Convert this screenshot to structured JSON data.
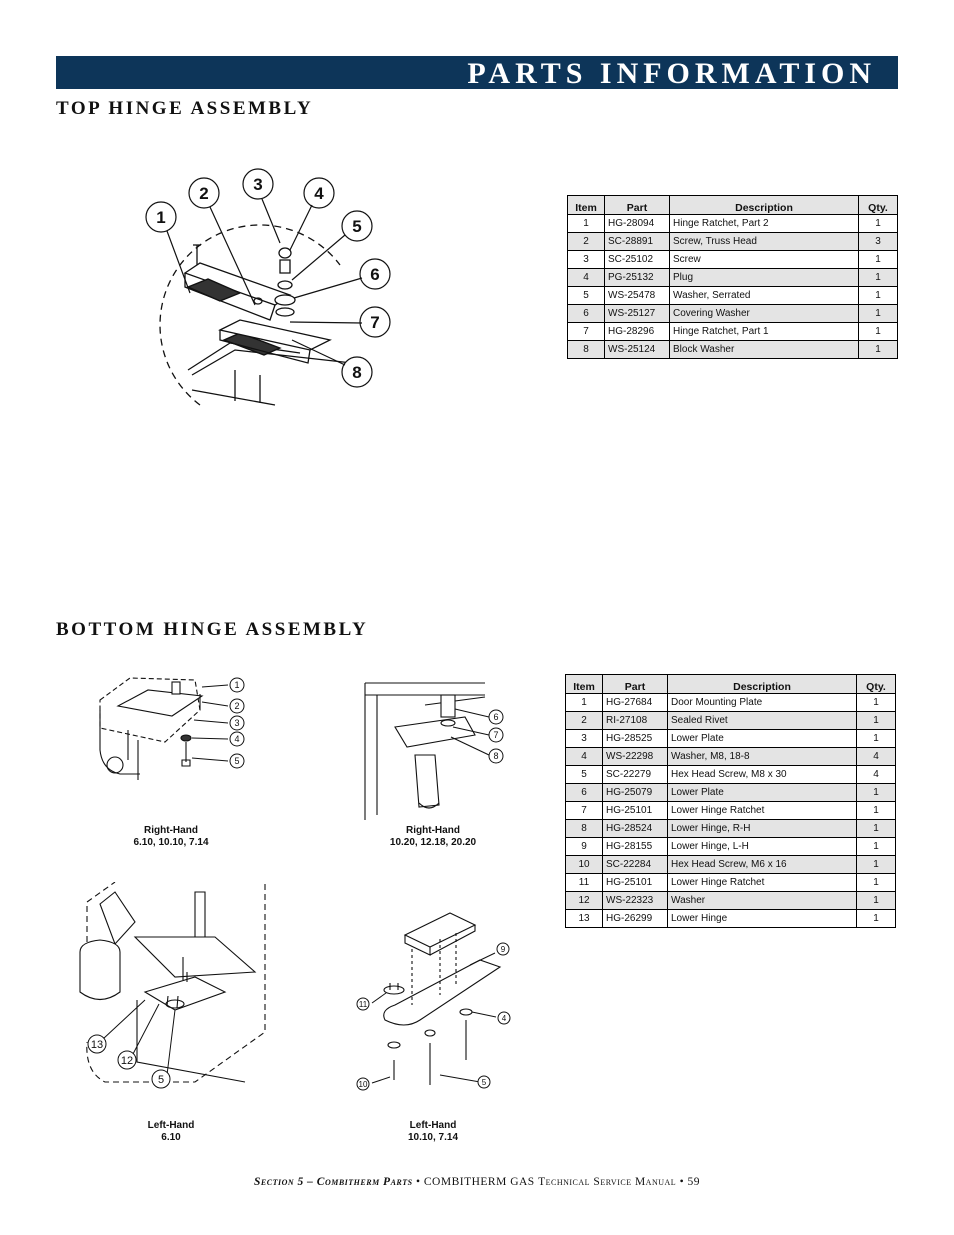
{
  "header": {
    "title": "PARTS INFORMATION"
  },
  "top_section": {
    "heading": "TOP HINGE ASSEMBLY"
  },
  "bottom_section": {
    "heading": "BOTTOM HINGE ASSEMBLY"
  },
  "table_headers": {
    "item": "Item",
    "part": "Part",
    "description": "Description",
    "qty": "Qty."
  },
  "top_parts": [
    {
      "item": "1",
      "part": "HG-28094",
      "description": "Hinge Ratchet, Part 2",
      "qty": "1"
    },
    {
      "item": "2",
      "part": "SC-28891",
      "description": "Screw, Truss Head",
      "qty": "3"
    },
    {
      "item": "3",
      "part": "SC-25102",
      "description": "Screw",
      "qty": "1"
    },
    {
      "item": "4",
      "part": "PG-25132",
      "description": "Plug",
      "qty": "1"
    },
    {
      "item": "5",
      "part": "WS-25478",
      "description": "Washer, Serrated",
      "qty": "1"
    },
    {
      "item": "6",
      "part": "WS-25127",
      "description": "Covering Washer",
      "qty": "1"
    },
    {
      "item": "7",
      "part": "HG-28296",
      "description": "Hinge Ratchet, Part 1",
      "qty": "1"
    },
    {
      "item": "8",
      "part": "WS-25124",
      "description": "Block Washer",
      "qty": "1"
    }
  ],
  "bottom_parts": [
    {
      "item": "1",
      "part": "HG-27684",
      "description": "Door Mounting Plate",
      "qty": "1"
    },
    {
      "item": "2",
      "part": "RI-27108",
      "description": "Sealed Rivet",
      "qty": "1"
    },
    {
      "item": "3",
      "part": "HG-28525",
      "description": "Lower Plate",
      "qty": "1"
    },
    {
      "item": "4",
      "part": "WS-22298",
      "description": "Washer, M8, 18-8",
      "qty": "4"
    },
    {
      "item": "5",
      "part": "SC-22279",
      "description": "Hex Head Screw, M8 x 30",
      "qty": "4"
    },
    {
      "item": "6",
      "part": "HG-25079",
      "description": "Lower Plate",
      "qty": "1"
    },
    {
      "item": "7",
      "part": "HG-25101",
      "description": "Lower Hinge Ratchet",
      "qty": "1"
    },
    {
      "item": "8",
      "part": "HG-28524",
      "description": "Lower Hinge, R-H",
      "qty": "1"
    },
    {
      "item": "9",
      "part": "HG-28155",
      "description": "Lower Hinge, L-H",
      "qty": "1"
    },
    {
      "item": "10",
      "part": "SC-22284",
      "description": "Hex Head Screw, M6 x 16",
      "qty": "1"
    },
    {
      "item": "11",
      "part": "HG-25101",
      "description": "Lower Hinge Ratchet",
      "qty": "1"
    },
    {
      "item": "12",
      "part": "WS-22323",
      "description": "Washer",
      "qty": "1"
    },
    {
      "item": "13",
      "part": "HG-26299",
      "description": "Lower Hinge",
      "qty": "1"
    }
  ],
  "top_callouts": [
    "1",
    "2",
    "3",
    "4",
    "5",
    "6",
    "7",
    "8"
  ],
  "captions": {
    "rh_small": {
      "title": "Right-Hand",
      "models": "6.10, 10.10, 7.14"
    },
    "rh_large": {
      "title": "Right-Hand",
      "models": "10.20, 12.18, 20.20"
    },
    "lh_small": {
      "title": "Left-Hand",
      "models": "6.10"
    },
    "lh_large": {
      "title": "Left-Hand",
      "models": "10.10, 7.14"
    }
  },
  "callouts_rh_small": [
    "1",
    "2",
    "3",
    "4",
    "5"
  ],
  "callouts_rh_large": [
    "6",
    "7",
    "8"
  ],
  "callouts_lh_small": [
    "13",
    "12",
    "5"
  ],
  "callouts_lh_large": [
    "9",
    "11",
    "4",
    "10",
    "5"
  ],
  "footer": {
    "section": "Section 5 – Combitherm Parts",
    "sep1": "•",
    "manual_a": "COMBITHERM GAS",
    "manual_b": "Technical Service Manual",
    "sep2": "•",
    "page": "59"
  }
}
